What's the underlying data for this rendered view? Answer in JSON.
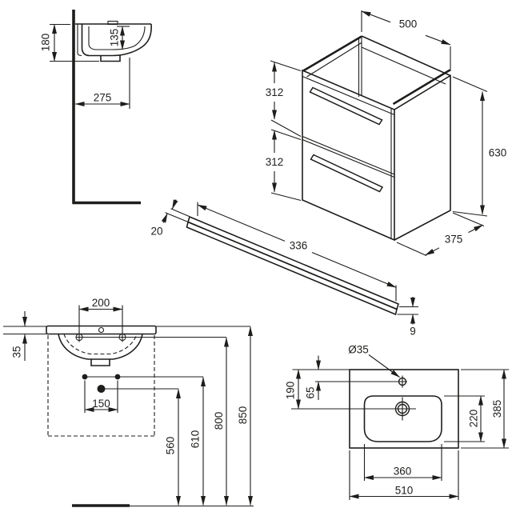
{
  "drawing": {
    "background": "#ffffff",
    "line_color": "#1d1d1b",
    "dims": {
      "side_height": "180",
      "side_bowl_depth": "135",
      "side_depth": "275",
      "cab_width": "500",
      "cab_drawer_top": "312",
      "cab_drawer_bottom": "312",
      "cab_height": "630",
      "cab_depth": "375",
      "rail_width": "20",
      "rail_length": "336",
      "rail_thickness": "9",
      "front_tap_centres": "200",
      "front_rim_thickness": "35",
      "front_waste_centres": "150",
      "front_waste_height": "560",
      "front_supply_height": "610",
      "front_fixing_height": "800",
      "front_rim_height": "850",
      "top_tap_hole": "Ø35",
      "top_waste_from_front": "190",
      "top_tap_from_front": "65",
      "top_bowl_depth": "220",
      "top_depth": "385",
      "top_bowl_width": "360",
      "top_width": "510"
    }
  }
}
